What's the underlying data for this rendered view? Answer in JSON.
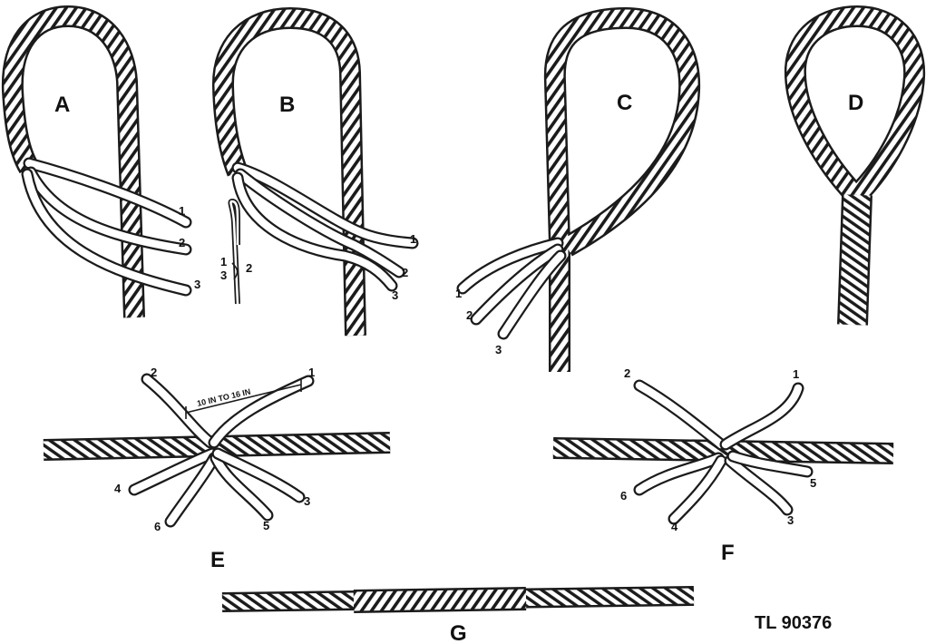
{
  "panels": {
    "A": {
      "label": "A",
      "strands": [
        "1",
        "2",
        "3"
      ]
    },
    "B": {
      "label": "B",
      "strands": [
        "1",
        "2",
        "3"
      ],
      "inset_strands": [
        "1",
        "3",
        "2"
      ]
    },
    "C": {
      "label": "C",
      "strands": [
        "1",
        "2",
        "3"
      ]
    },
    "D": {
      "label": "D"
    },
    "E": {
      "label": "E",
      "strands": [
        "1",
        "2",
        "3",
        "4",
        "5",
        "6"
      ],
      "dimension": "10 IN TO 16 IN"
    },
    "F": {
      "label": "F",
      "strands": [
        "1",
        "2",
        "3",
        "4",
        "5",
        "6"
      ]
    },
    "G": {
      "label": "G"
    }
  },
  "figure_id": "TL 90376"
}
